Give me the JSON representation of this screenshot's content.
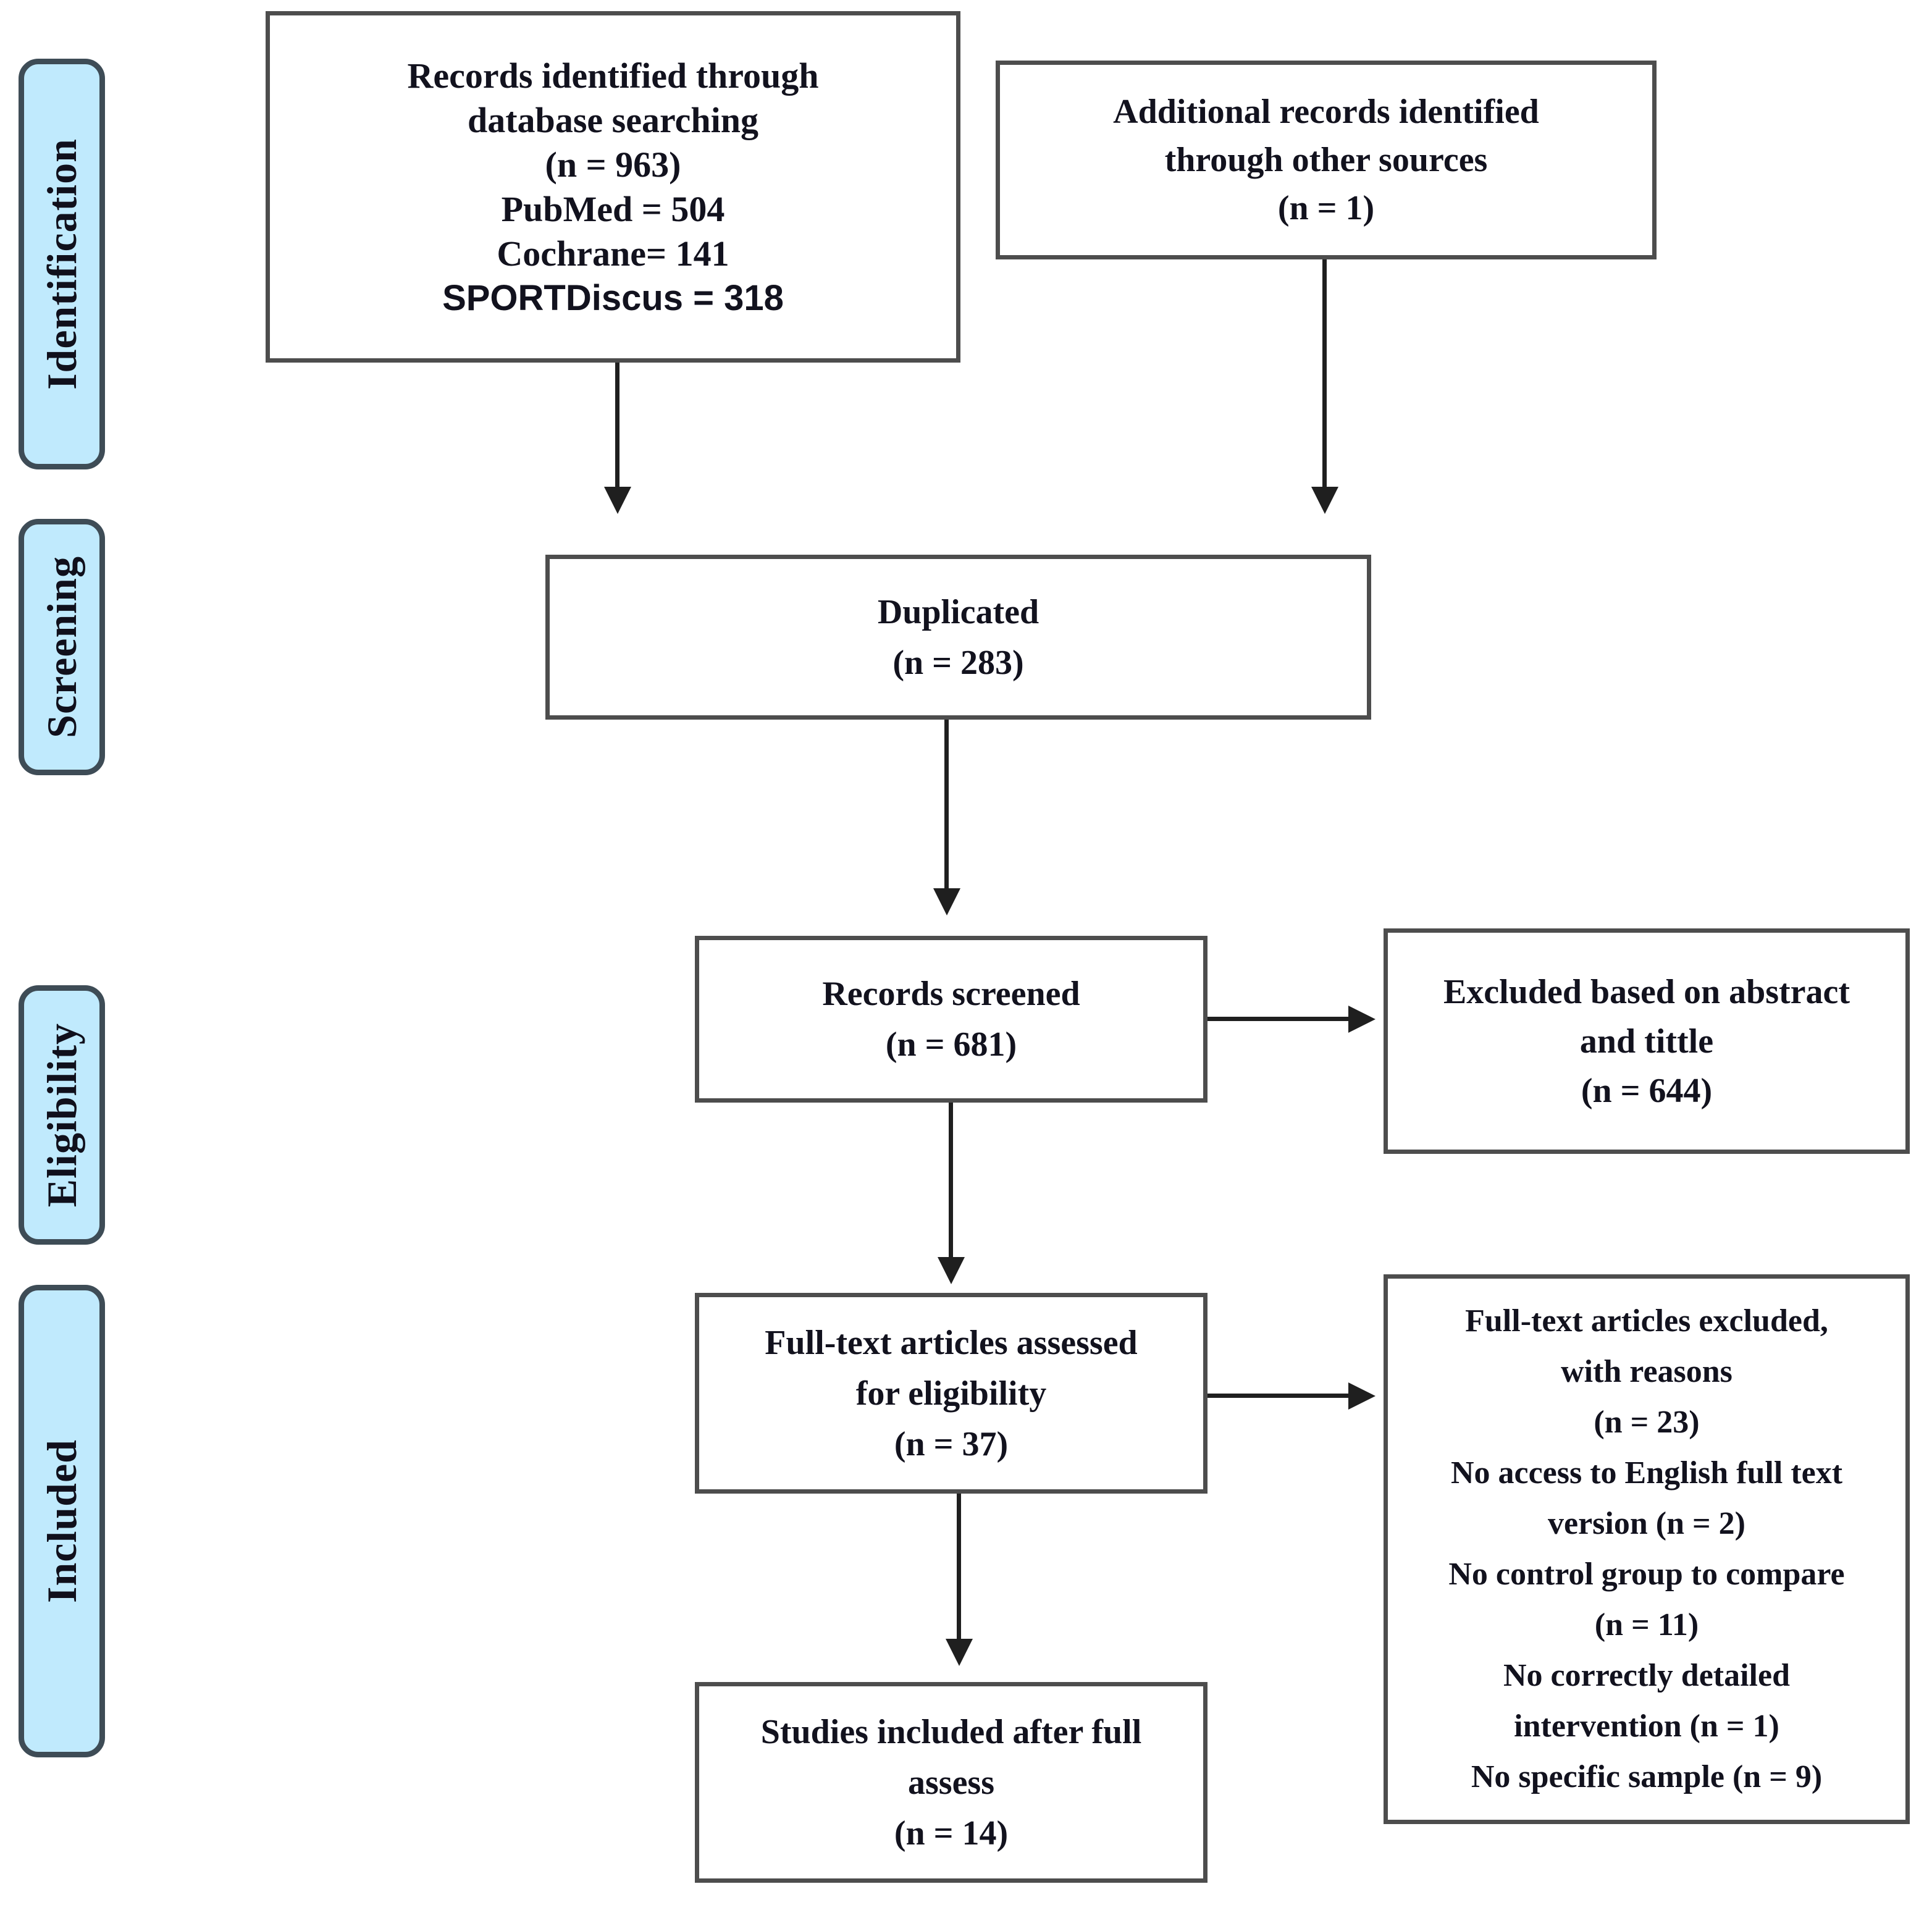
{
  "theme": {
    "bg": "#ffffff",
    "sidebar_fill": "#c0eafd",
    "sidebar_border": "#3e4c56",
    "box_border": "#4d4d4d",
    "box_fill": "#ffffff",
    "arrow": "#1f1f1f",
    "text": "#12121e"
  },
  "sidebar": {
    "stages": [
      {
        "label": "Identification"
      },
      {
        "label": "Screening"
      },
      {
        "label": "Eligibility"
      },
      {
        "label": "Included"
      }
    ]
  },
  "boxes": {
    "records_identified": {
      "lines": [
        "Records identified through",
        "database searching",
        "(n = 963)",
        "PubMed = 504",
        "Cochrane= 141",
        "SPORTDiscus = 318"
      ]
    },
    "additional_records": {
      "lines": [
        "Additional records identified",
        "through other sources",
        "(n = 1)"
      ]
    },
    "duplicated": {
      "lines": [
        "Duplicated",
        "(n = 283)"
      ]
    },
    "records_screened": {
      "lines": [
        "Records screened",
        "(n = 681)"
      ]
    },
    "excluded_abstract": {
      "lines": [
        "Excluded based on abstract",
        "and tittle",
        "(n = 644)"
      ]
    },
    "fulltext_assessed": {
      "lines": [
        "Full-text articles assessed",
        "for eligibility",
        "(n = 37)"
      ]
    },
    "fulltext_excluded": {
      "lines": [
        "Full-text articles excluded,",
        "with reasons",
        "(n = 23)",
        "No access to English full text",
        "version (n = 2)",
        "No control group to compare",
        "(n = 11)",
        "No correctly detailed",
        "intervention (n = 1)",
        "No specific sample (n = 9)"
      ]
    },
    "studies_included": {
      "lines": [
        "Studies included after full",
        "assess",
        "(n = 14)"
      ]
    }
  }
}
